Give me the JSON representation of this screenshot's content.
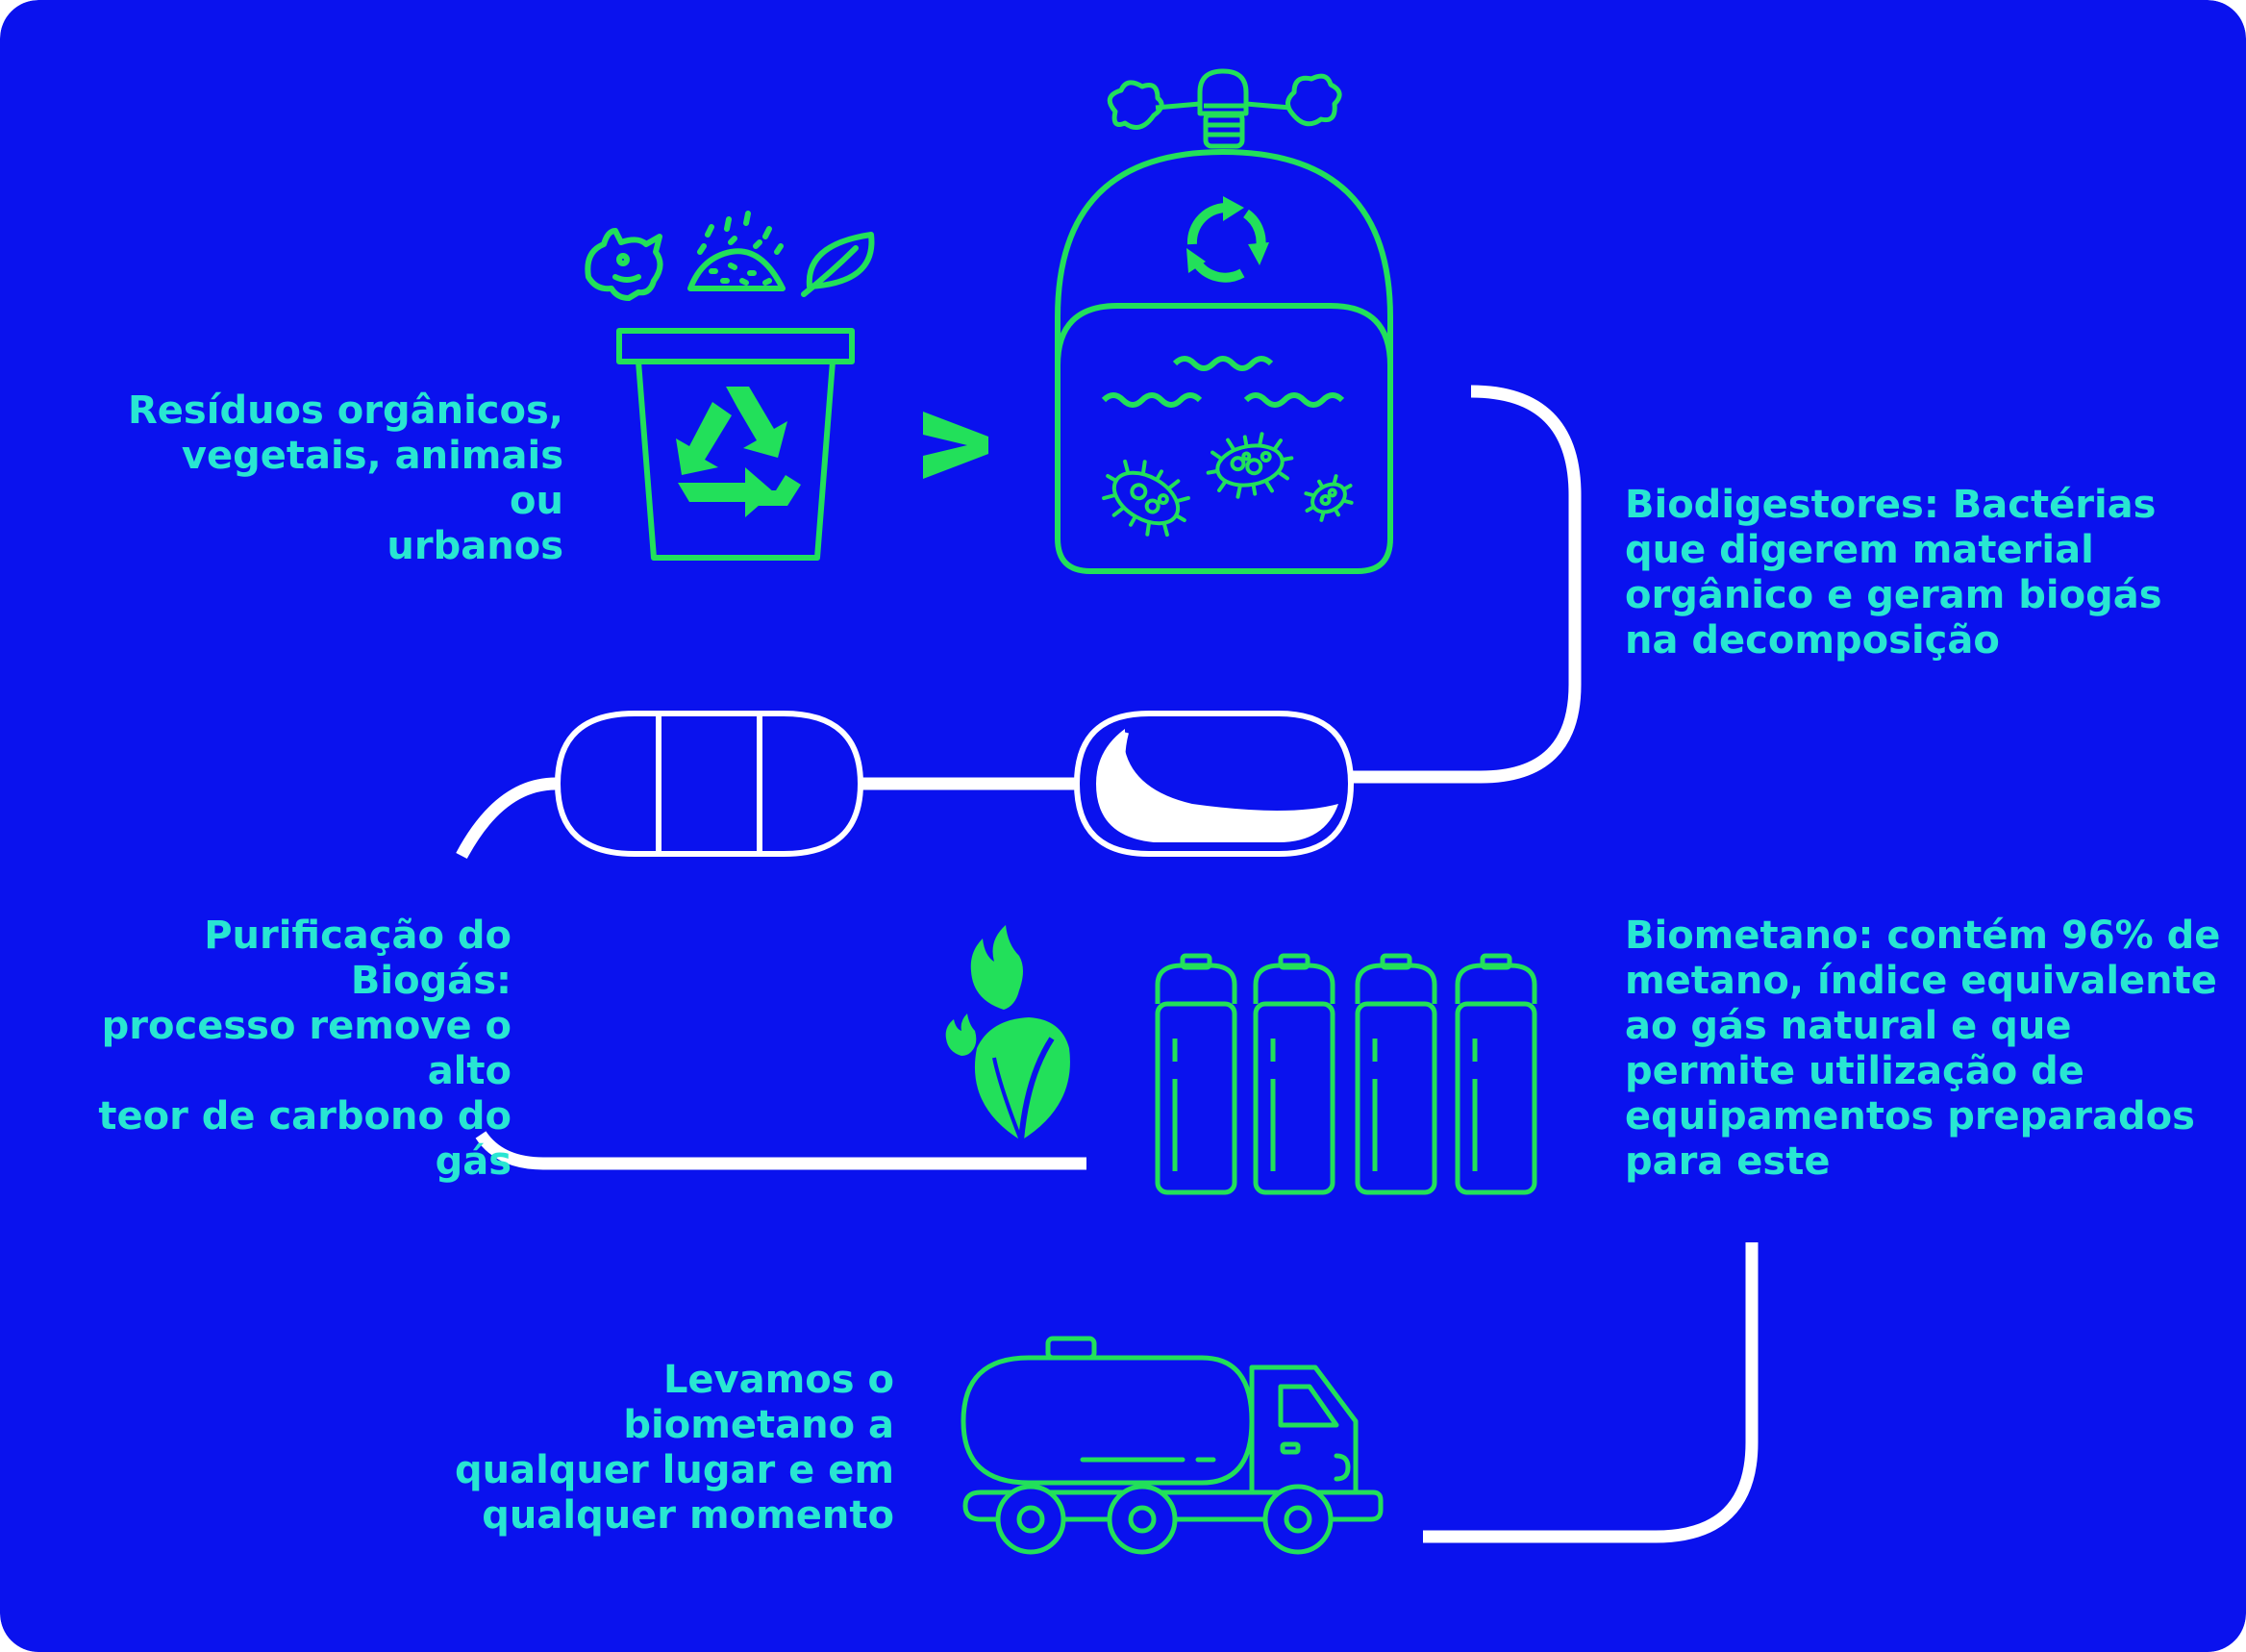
{
  "colors": {
    "background": "#0a12ee",
    "accent": "#22e05a",
    "text": "#28e6d2",
    "pipe": "#ffffff"
  },
  "steps": [
    {
      "id": "residuos",
      "text": "Resíduos orgânicos,\nvegetais, animais ou\nurbanos"
    },
    {
      "id": "biodigestores",
      "text": "Biodigestores: Bactérias\nque digerem material\norgânico e geram biogás\nna decomposição"
    },
    {
      "id": "purificacao",
      "text": "Purificação do Biogás:\nprocesso remove o alto\nteor de carbono do gás"
    },
    {
      "id": "biometano",
      "text": "Biometano: contém 96% de\nmetano, índice equivalente\nao gás natural e que\npermite utilização de\nequipamentos preparados\npara este"
    },
    {
      "id": "transporte",
      "text": "Levamos o\nbiometano a\nqualquer lugar e em\nqualquer momento"
    }
  ],
  "icons": [
    "animal-icon",
    "compost-icon",
    "leaf-icon",
    "recycle-bin-icon",
    "arrow-right-icon",
    "biodigester-icon",
    "recycle-icon",
    "bacteria-icon",
    "gas-valve-icon",
    "purification-tank-icon",
    "biogas-tank-icon",
    "flame-leaf-icon",
    "gas-cylinder-icon",
    "tanker-truck-icon"
  ]
}
